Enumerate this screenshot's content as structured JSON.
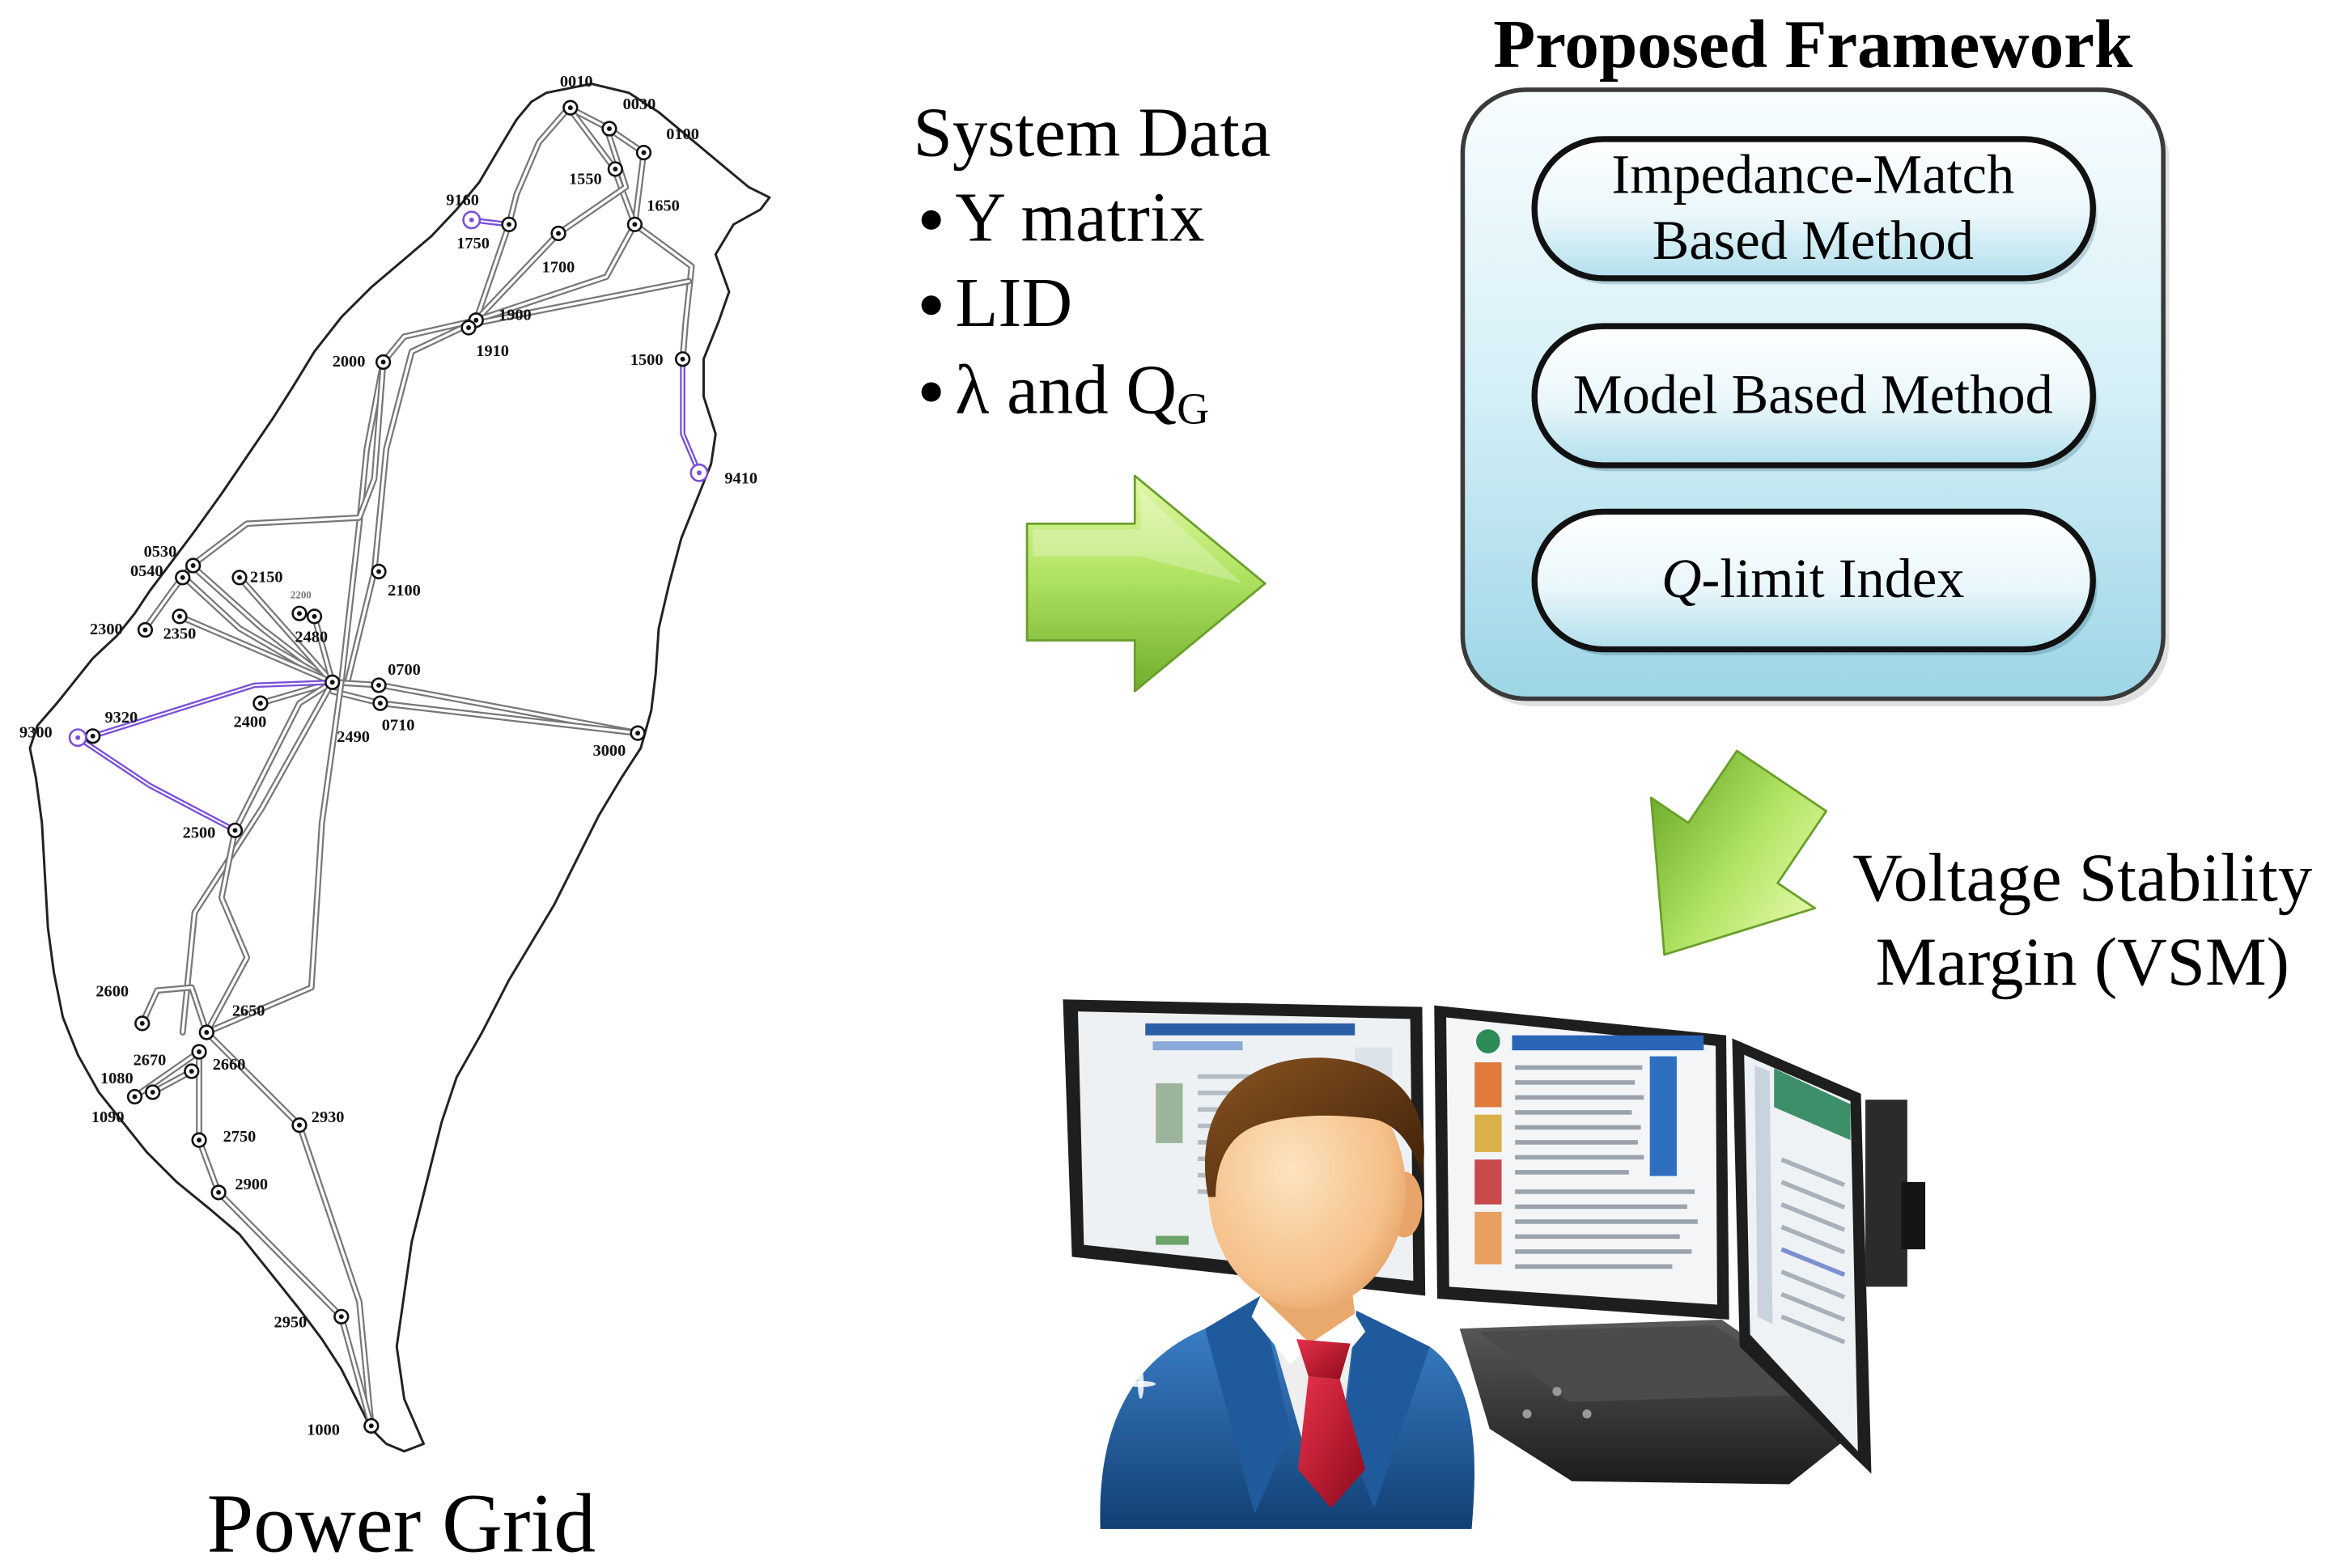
{
  "map": {
    "title": "Power Grid",
    "buses": [
      "0010",
      "0030",
      "0100",
      "1550",
      "1650",
      "9160",
      "1750",
      "1700",
      "1900",
      "1910",
      "2000",
      "1500",
      "9410",
      "0530",
      "0540",
      "2150",
      "2200",
      "2100",
      "2300",
      "2350",
      "2480",
      "0700",
      "9320",
      "9300",
      "2400",
      "2490",
      "0710",
      "3000",
      "2500",
      "2600",
      "2650",
      "2670",
      "2660",
      "1080",
      "1090",
      "2930",
      "2750",
      "2900",
      "2950",
      "1000"
    ]
  },
  "system_data": {
    "title": "System Data",
    "items": [
      {
        "text": "Y matrix"
      },
      {
        "text": "LID"
      },
      {
        "text": "λ and Q",
        "sub": "G"
      }
    ]
  },
  "framework": {
    "title": "Proposed Framework",
    "methods": [
      {
        "lines": [
          "Impedance-Match",
          "Based Method"
        ]
      },
      {
        "lines": [
          "Model Based Method"
        ]
      },
      {
        "italic": "Q",
        "text": "-limit Index"
      }
    ]
  },
  "output": {
    "lines": [
      "Voltage Stability",
      "Margin (VSM)"
    ]
  },
  "illustration": {
    "icon": "operator-at-monitors-icon"
  },
  "colors": {
    "grid_line": "#777777",
    "highlight_line": "#7b4fd8",
    "arrow": "#9ad84a",
    "framework_box": "#a8dbe9"
  }
}
